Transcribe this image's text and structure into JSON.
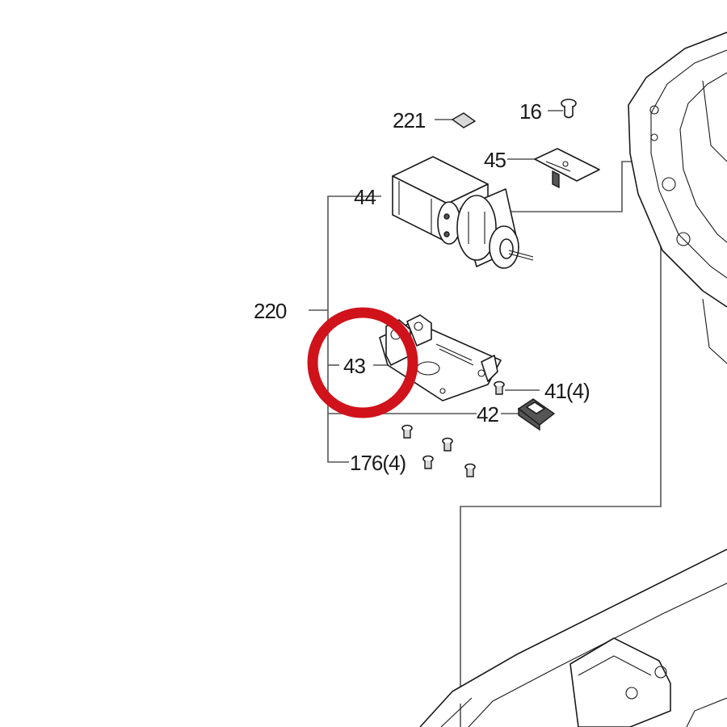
{
  "callouts": {
    "c221": "221",
    "c16": "16",
    "c45": "45",
    "c44": "44",
    "c220": "220",
    "c43": "43",
    "c41": "41(4)",
    "c42": "42",
    "c176": "176(4)"
  },
  "highlight": {
    "target": "43",
    "color": "#d0121b"
  }
}
